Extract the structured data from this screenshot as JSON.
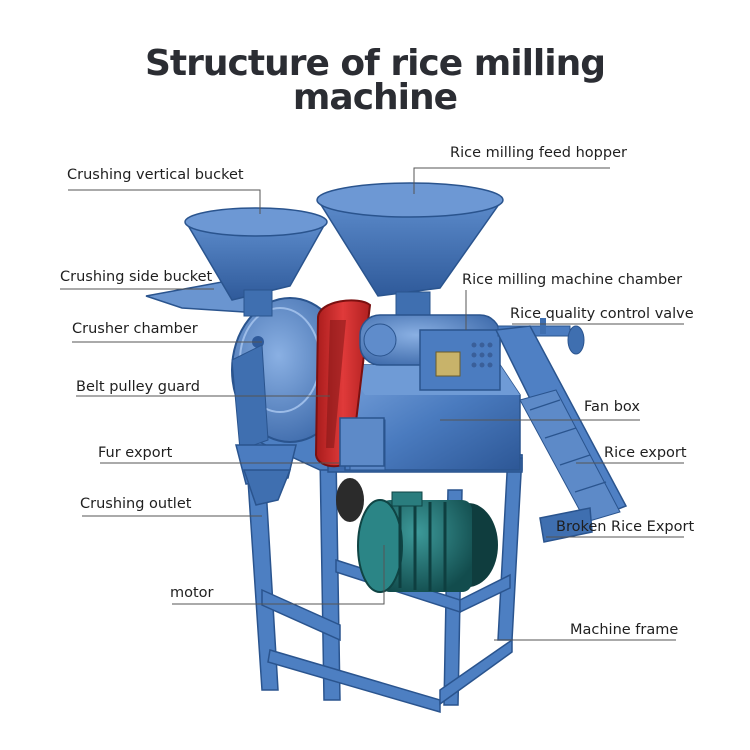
{
  "title": {
    "line1": "Structure of rice milling",
    "line2": "machine"
  },
  "labels": {
    "crushing_vertical_bucket": "Crushing vertical bucket",
    "crushing_side_bucket": "Crushing side bucket",
    "crusher_chamber": "Crusher chamber",
    "belt_pulley_guard": "Belt pulley guard",
    "fur_export": "Fur export",
    "crushing_outlet": "Crushing outlet",
    "motor": "motor",
    "rice_milling_feed_hopper": "Rice milling feed hopper",
    "rice_milling_machine_chamber": "Rice milling machine chamber",
    "rice_quality_control_valve": "Rice quality control valve",
    "fan_box": "Fan box",
    "rice_export": "Rice export",
    "broken_rice_export": "Broken Rice Export",
    "machine_frame": "Machine frame"
  },
  "colors": {
    "machine_blue": "#3f6fb0",
    "machine_light": "#6c97d2",
    "machine_dark": "#28518c",
    "belt_guard_red": "#cf2a2a",
    "motor_teal": "#1f6d6e",
    "leader_line": "#555555",
    "title": "#2b2d33"
  }
}
